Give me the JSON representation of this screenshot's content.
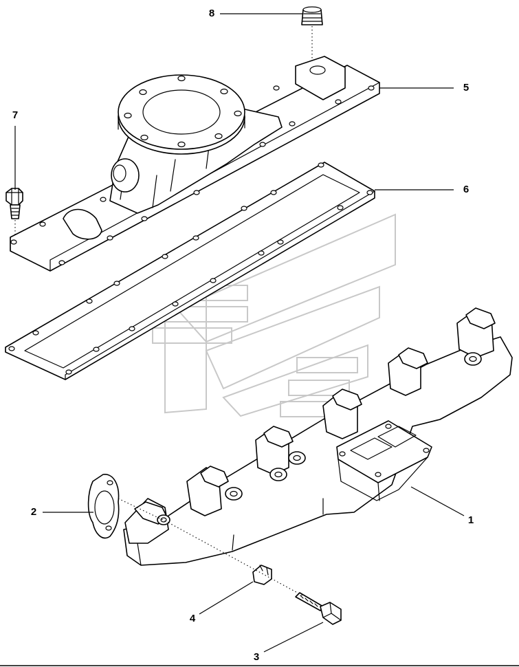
{
  "callouts": [
    {
      "id": "1",
      "label": "1"
    },
    {
      "id": "2",
      "label": "2"
    },
    {
      "id": "3",
      "label": "3"
    },
    {
      "id": "4",
      "label": "4"
    },
    {
      "id": "5",
      "label": "5"
    },
    {
      "id": "6",
      "label": "6"
    },
    {
      "id": "7",
      "label": "7"
    },
    {
      "id": "8",
      "label": "8"
    }
  ],
  "colors": {
    "line": "#000000",
    "watermark": "#c8c8c8",
    "background": "#ffffff"
  }
}
